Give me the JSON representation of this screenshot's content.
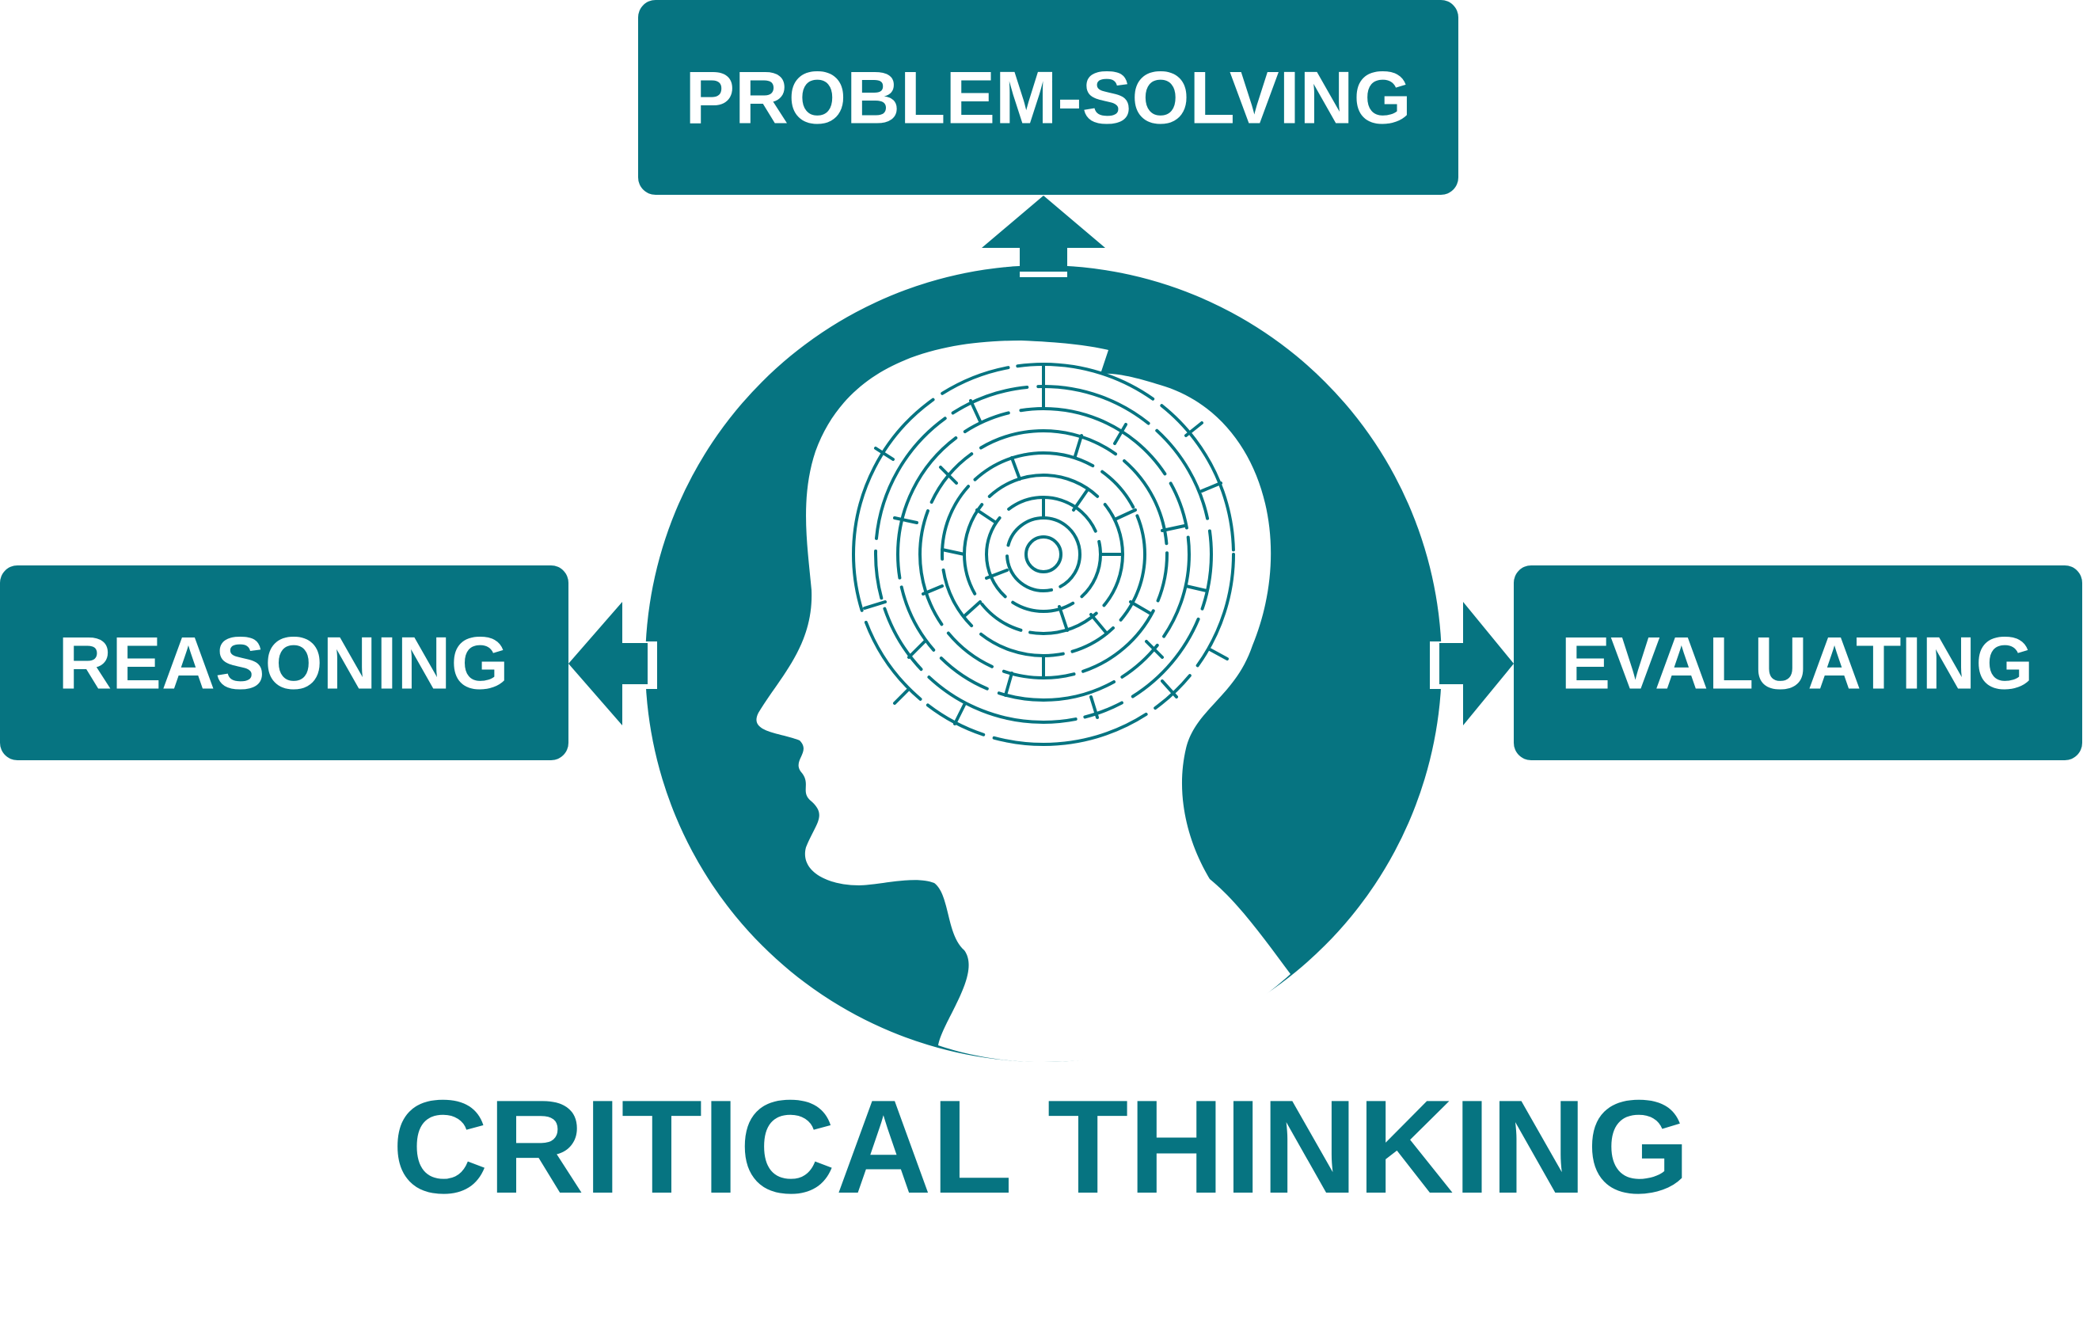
{
  "colors": {
    "primary": "#067481",
    "background": "#ffffff",
    "label_text": "#ffffff"
  },
  "boxes": {
    "top": {
      "label": "PROBLEM-SOLVING"
    },
    "left": {
      "label": "REASONING"
    },
    "right": {
      "label": "EVALUATING"
    }
  },
  "title": "CRITICAL THINKING",
  "icons": {
    "center": "head-with-maze-brain-icon",
    "arrows": [
      "arrow-up-icon",
      "arrow-left-icon",
      "arrow-right-icon"
    ]
  }
}
